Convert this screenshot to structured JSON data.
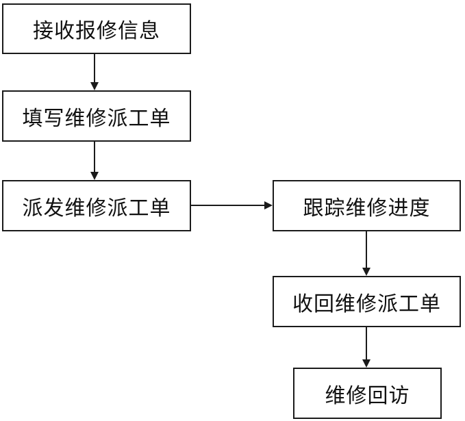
{
  "flowchart": {
    "steps": [
      {
        "id": "receive",
        "label": "接收报修信息"
      },
      {
        "id": "fill",
        "label": "填写维修派工单"
      },
      {
        "id": "dispatch",
        "label": "派发维修派工单"
      },
      {
        "id": "track",
        "label": "跟踪维修进度"
      },
      {
        "id": "collect",
        "label": "收回维修派工单"
      },
      {
        "id": "revisit",
        "label": "维修回访"
      }
    ],
    "connections": [
      {
        "from": "receive",
        "to": "fill"
      },
      {
        "from": "fill",
        "to": "dispatch"
      },
      {
        "from": "dispatch",
        "to": "track"
      },
      {
        "from": "track",
        "to": "collect"
      },
      {
        "from": "collect",
        "to": "revisit"
      }
    ],
    "colors": {
      "stroke": "#1a1a1a",
      "text": "#111111",
      "background": "#ffffff"
    }
  }
}
